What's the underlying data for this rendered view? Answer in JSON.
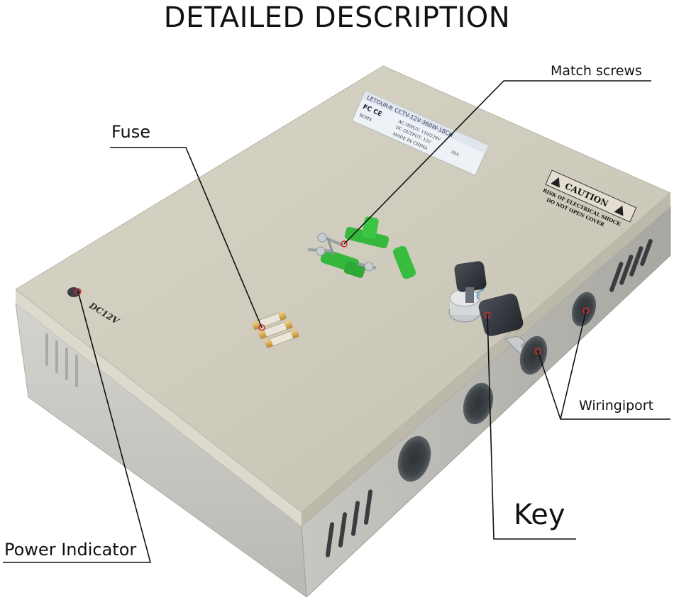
{
  "title": "DETAILED DESCRIPTION",
  "callouts": {
    "fuse": "Fuse",
    "match_screws": "Match screws",
    "wiring_port": "Wiringiport",
    "key": "Key",
    "power_indicator": "Power Indicator"
  },
  "product_label": {
    "brand": "LETOUR® CCTV-12V-360W-18CH",
    "fcc": "FC CE",
    "rohs": "ROHS",
    "ac_input": "AC INPUT: 110/220V",
    "dc_output": "DC OUTPUT: 12V",
    "current": "30A",
    "made_in": "MADE IN CHINA"
  },
  "caution": {
    "heading": "CAUTION",
    "line1": "RISK OF ELECTRICAL SHOCK",
    "line2": "DO NOT OPEN COVER"
  },
  "indicator_text": "DC12V",
  "colors": {
    "box_top": "#cfcbbd",
    "box_front": "#c9c8c3",
    "box_side": "#bdbcb5",
    "accessory_green": "#36b83c",
    "callout_line": "#111111",
    "marker_red": "#d62a2a"
  }
}
